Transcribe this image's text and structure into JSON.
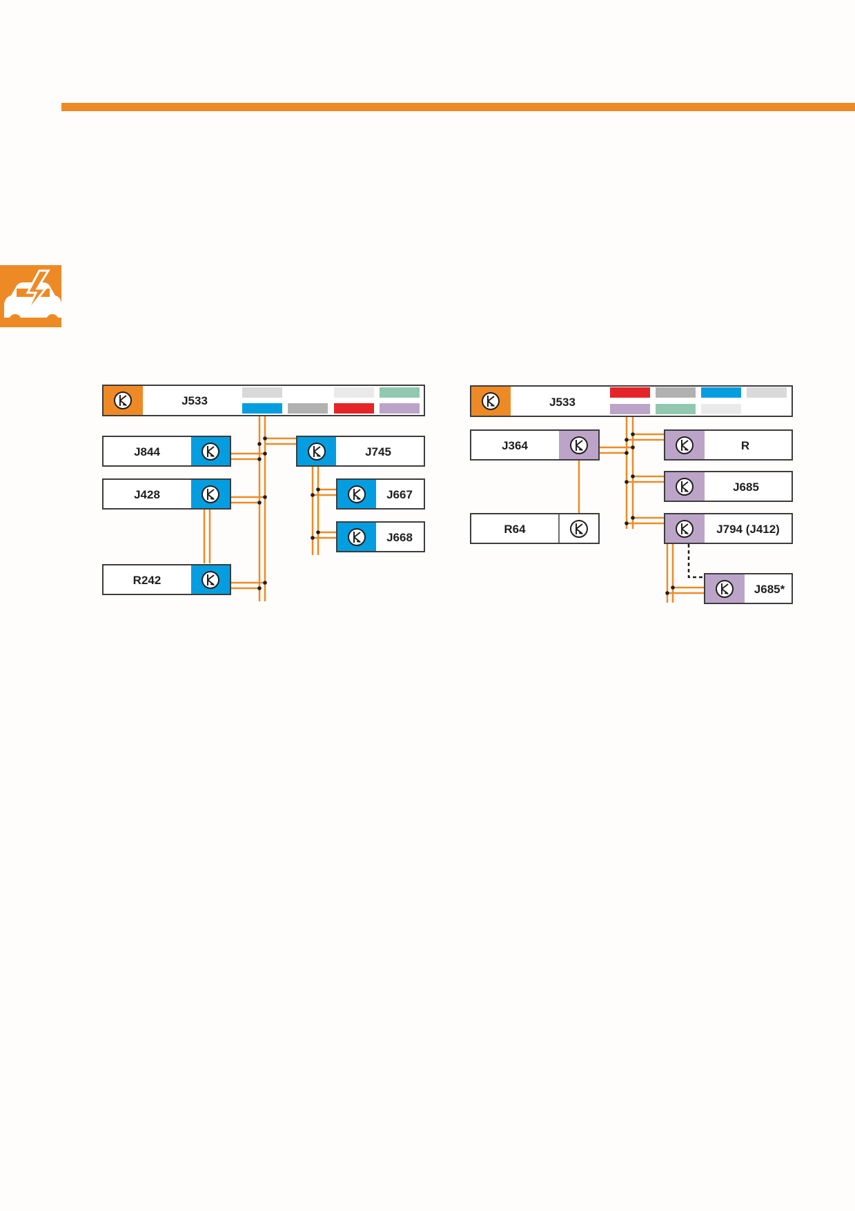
{
  "colors": {
    "accent": "#ee8a26",
    "blue": "#049ee0",
    "purple": "#bca4c9",
    "wire": "#ee8a26",
    "border": "#3c3c3c",
    "palette": {
      "light_gray": "#d9d9d9",
      "very_light_gray": "#eaeaea",
      "green": "#90c8b0",
      "blue": "#049ee0",
      "gray": "#b1b1b1",
      "red": "#e52428",
      "purple": "#bca4c9"
    }
  },
  "icons": {
    "badge": "car-electric-icon",
    "module": "transistor-icon"
  },
  "diagram_left": {
    "gateway": {
      "label": "J533"
    },
    "modules": [
      {
        "id": "j844",
        "label": "J844"
      },
      {
        "id": "j428",
        "label": "J428"
      },
      {
        "id": "r242",
        "label": "R242"
      },
      {
        "id": "j745",
        "label": "J745"
      },
      {
        "id": "j667",
        "label": "J667"
      },
      {
        "id": "j668",
        "label": "J668"
      }
    ]
  },
  "diagram_right": {
    "gateway": {
      "label": "J533"
    },
    "modules": [
      {
        "id": "j364",
        "label": "J364"
      },
      {
        "id": "r64",
        "label": "R64"
      },
      {
        "id": "r",
        "label": "R"
      },
      {
        "id": "j685",
        "label": "J685"
      },
      {
        "id": "j794",
        "label": "J794 (J412)"
      },
      {
        "id": "j685-star",
        "label": "J685*"
      }
    ]
  }
}
